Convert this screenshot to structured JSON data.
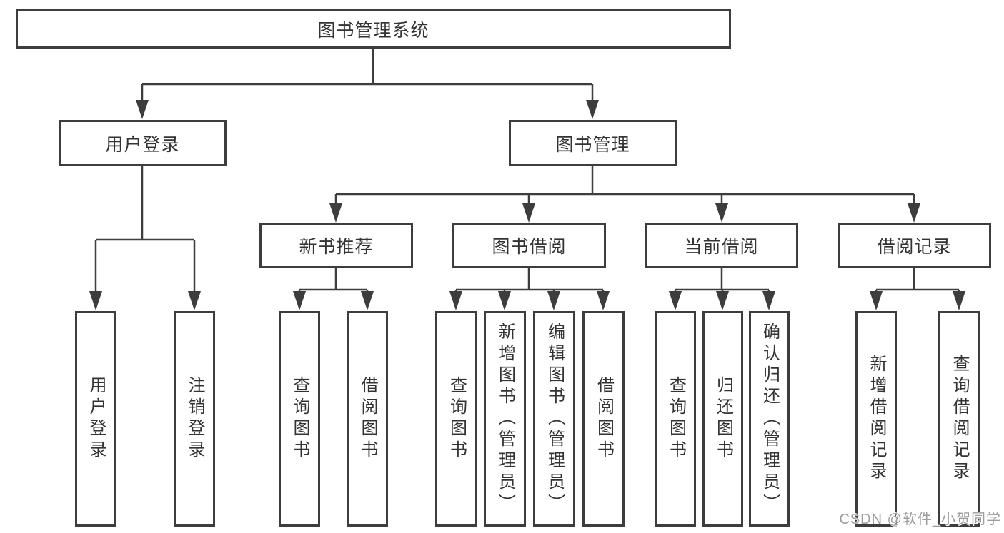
{
  "title": {
    "label": "图书管理系统"
  },
  "branches": [
    {
      "label": "用户登录",
      "children": [
        {
          "label": "用户登录"
        },
        {
          "label": "注销登录"
        }
      ]
    },
    {
      "label": "图书管理",
      "children": [
        {
          "label": "新书推荐",
          "children": [
            {
              "label": "查询图书"
            },
            {
              "label": "借阅图书"
            }
          ]
        },
        {
          "label": "图书借阅",
          "children": [
            {
              "label": "查询图书"
            },
            {
              "label": "新增图书（管理员）"
            },
            {
              "label": "编辑图书（管理员）"
            },
            {
              "label": "借阅图书"
            }
          ]
        },
        {
          "label": "当前借阅",
          "children": [
            {
              "label": "查询图书"
            },
            {
              "label": "归还图书"
            },
            {
              "label": "确认归还（管理员）"
            }
          ]
        },
        {
          "label": "借阅记录",
          "children": [
            {
              "label": "新增借阅记录"
            },
            {
              "label": "查询借阅记录"
            }
          ]
        }
      ]
    }
  ],
  "watermark": {
    "label": "CSDN @软件_小贺同学"
  },
  "colors": {
    "line": "#3d3d3d",
    "box_border": "#3d3d3d",
    "text": "#333333",
    "watermark_text": "#9d9d9d",
    "background": "#ffffff"
  }
}
